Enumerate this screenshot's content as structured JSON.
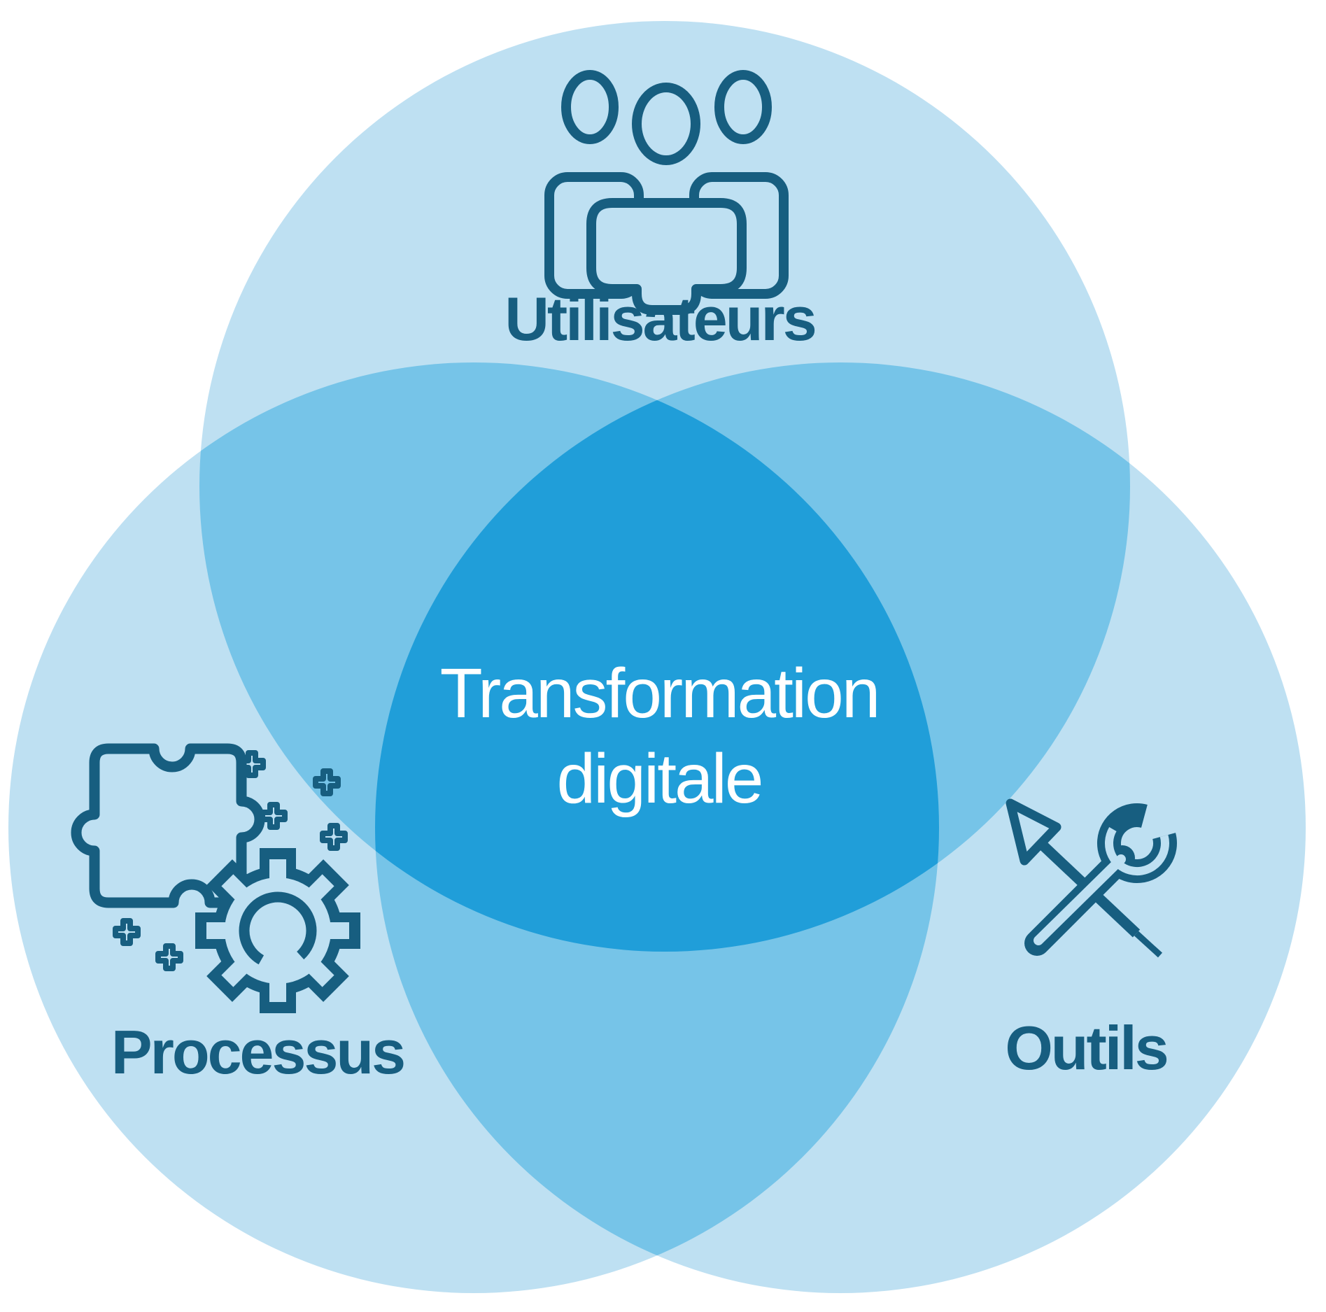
{
  "venn": {
    "center_label": "Transformation digitale",
    "sets": [
      {
        "id": "utilisateurs",
        "label": "Utilisateurs",
        "icon": "people-icon"
      },
      {
        "id": "processus",
        "label": "Processus",
        "icon": "puzzle-gear-icon"
      },
      {
        "id": "outils",
        "label": "Outils",
        "icon": "tools-icon"
      }
    ],
    "colors": {
      "circle_fill": "#bee0f2",
      "overlap_fill": "#76c4e8",
      "center_fill": "#209ed9",
      "icon_stroke": "#175e80",
      "label_text": "#175e80",
      "center_text": "#ffffff",
      "background": "#ffffff"
    }
  }
}
